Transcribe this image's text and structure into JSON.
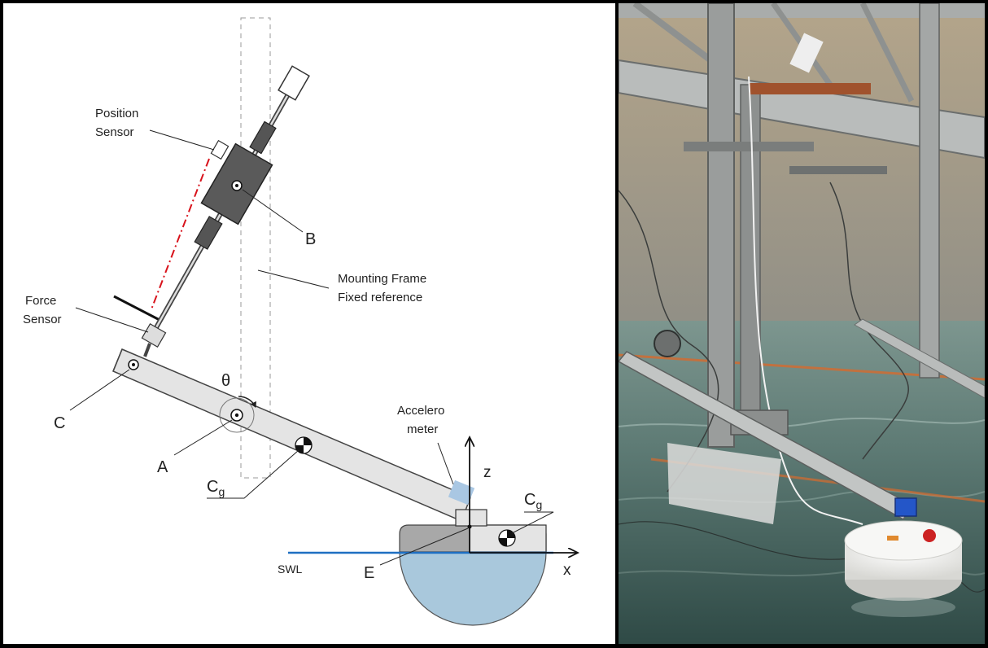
{
  "labels": {
    "position_sensor_line1": "Position",
    "position_sensor_line2": "Sensor",
    "force_sensor_line1": "Force",
    "force_sensor_line2": "Sensor",
    "mounting_frame_line1": "Mounting Frame",
    "mounting_frame_line2": "Fixed reference",
    "accelerometer_line1": "Accelero",
    "accelerometer_line2": "meter",
    "point_b": "B",
    "point_c": "C",
    "point_a": "A",
    "point_e": "E",
    "theta": "θ",
    "cg_arm_main": "C",
    "cg_arm_sub": "g",
    "cg_float_main": "C",
    "cg_float_sub": "g",
    "axis_z": "z",
    "axis_x": "x",
    "swl": "SWL"
  },
  "colors": {
    "water_line": "#1f6fc2",
    "float_water": "#a9c8dc",
    "float_body": "#a8a8a8",
    "sensor_dashdot": "#d8121b",
    "accelerometer": "#a9c7e3",
    "arm_fill": "#e4e4e4",
    "actuator_body": "#5a5a5a"
  },
  "icons": {
    "pivot_points": "circle-dot-icon",
    "center_of_gravity": "cg-quartered-circle-icon",
    "rotation": "curved-arrow-icon"
  }
}
